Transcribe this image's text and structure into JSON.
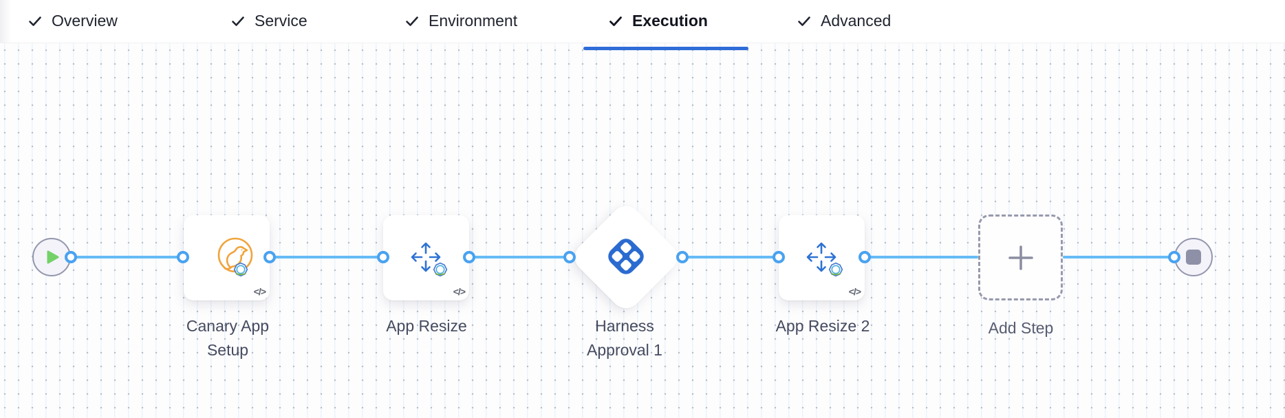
{
  "header": {
    "tabs": [
      {
        "label": "Overview",
        "completed": true,
        "active": false
      },
      {
        "label": "Service",
        "completed": true,
        "active": false
      },
      {
        "label": "Environment",
        "completed": true,
        "active": false
      },
      {
        "label": "Execution",
        "completed": true,
        "active": true
      },
      {
        "label": "Advanced",
        "completed": true,
        "active": false
      }
    ]
  },
  "canvas": {
    "start_node": {
      "name": "start",
      "icon": "play-icon"
    },
    "steps": [
      {
        "label": "Canary App Setup",
        "icon": "canary-icon",
        "badge": "</>"
      },
      {
        "label": "App Resize",
        "icon": "resize-arrows-icon",
        "badge": "</>"
      },
      {
        "label": "Harness Approval 1",
        "icon": "harness-approval-icon",
        "shape": "diamond"
      },
      {
        "label": "App Resize 2",
        "icon": "resize-arrows-icon",
        "badge": "</>"
      },
      {
        "label": "Add Step",
        "icon": "plus-icon",
        "shape": "dashed-placeholder"
      }
    ],
    "end_node": {
      "name": "end",
      "icon": "stop-icon"
    }
  },
  "colors": {
    "active_tab_underline": "#2f6cd8",
    "connector_line": "#66bbf6",
    "connector_ring": "#49a2f0",
    "harness_blue": "#2b6bd0",
    "canary_orange": "#f0a43c",
    "play_green": "#74d168",
    "terminal_border": "#9496ad",
    "dashed_border": "#9799ac"
  }
}
